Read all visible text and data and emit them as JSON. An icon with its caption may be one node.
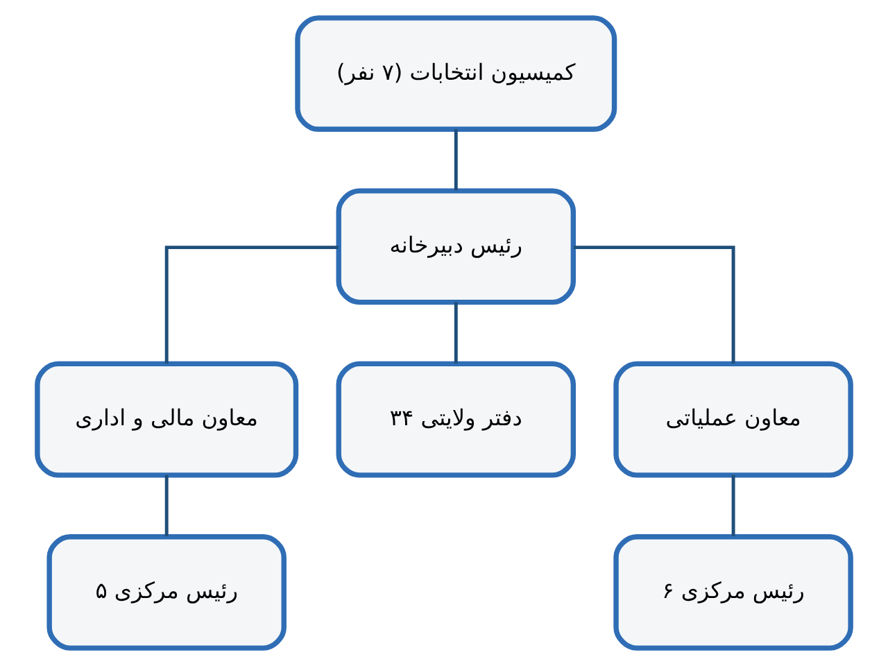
{
  "diagram": {
    "nodes": [
      {
        "text": [
          "کمیسیون انتخابات (۷ نفر)"
        ]
      },
      {
        "text": [
          "رئیس دبیرخانه"
        ]
      },
      {
        "text": [
          "معاون مالی و اداری"
        ]
      },
      {
        "text": [
          "۳۴ دفتر ولایتی"
        ]
      },
      {
        "text": [
          "معاون عملیاتی"
        ]
      },
      {
        "text": [
          "۵ رئیس مرکزی"
        ]
      },
      {
        "text": [
          "۶ رئیس مرکزی"
        ]
      }
    ],
    "edges": [
      {
        "from": 0,
        "to": 1,
        "arrow": "none"
      },
      {
        "from": 1,
        "to": 2,
        "arrow": "none"
      },
      {
        "from": 1,
        "to": 3,
        "arrow": "none"
      },
      {
        "from": 1,
        "to": 4,
        "arrow": "none"
      },
      {
        "from": 2,
        "to": 5,
        "arrow": "none"
      },
      {
        "from": 4,
        "to": 6,
        "arrow": "none"
      }
    ]
  }
}
